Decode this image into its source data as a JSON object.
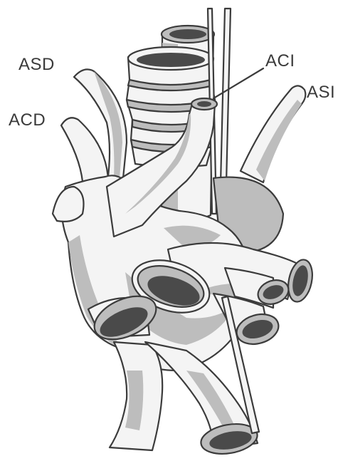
{
  "labels": {
    "asd": "ASD",
    "acd": "ACD",
    "aci": "ACI",
    "asi": "ASI"
  },
  "colors": {
    "outline": "#3b3b3b",
    "vessel_fill": "#f4f4f4",
    "shadow_fill": "#bdbdbd",
    "lumen_fill": "#4a4a4a",
    "background": "#ffffff"
  }
}
